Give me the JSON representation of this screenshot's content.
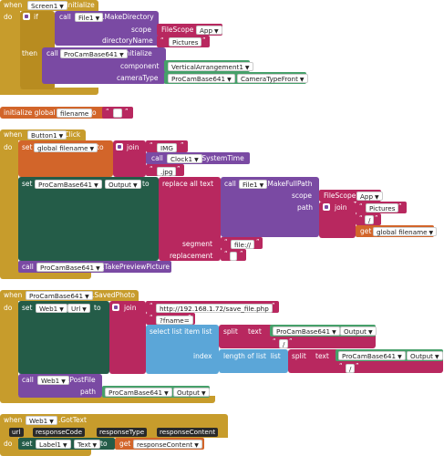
{
  "screen_init": {
    "when": "when",
    "component": "Screen1",
    "event": ".Initialize",
    "do": "do",
    "if": "if",
    "then": "then",
    "call_makedir": "call",
    "file1": "File1",
    "make_directory": ".MakeDirectory",
    "scope_label": "scope",
    "filescope": "FileScope",
    "app": "App",
    "directory_name_label": "directoryName",
    "pictures": "Pictures",
    "call_init": "call",
    "procam": "ProCamBase641",
    "initialize": ".Initialize",
    "component_label": "component",
    "vertical_arrangement": "VerticalArrangement1",
    "camera_type_label": "cameraType",
    "procam2": "ProCamBase641",
    "camera_type_front": "CameraTypeFront"
  },
  "global_init": {
    "initialize_global": "initialize global",
    "name": "filename",
    "to": "to",
    "value": ""
  },
  "button_click": {
    "when": "when",
    "component": "Button1",
    "event": ".Click",
    "do": "do",
    "set": "set",
    "global_filename": "global filename",
    "to": "to",
    "join": "join",
    "img": "IMG",
    "call_clock": "call",
    "clock1": "Clock1",
    "system_time": ".SystemTime",
    "jpg": ".jpg",
    "set2": "set",
    "procam": "ProCamBase641",
    "output": "Output",
    "to2": "to",
    "replace_all_text": "replace all text",
    "call_fullpath": "call",
    "file1": "File1",
    "make_full_path": ".MakeFullPath",
    "scope_label": "scope",
    "filescope": "FileScope",
    "app": "App",
    "path_label": "path",
    "join2": "join",
    "pictures": "Pictures",
    "slash": "/",
    "get": "get",
    "global_filename2": "global filename",
    "segment_label": "segment",
    "file_prefix": "file://",
    "replacement_label": "replacement",
    "replacement_value": "",
    "call_preview": "call",
    "procam2": "ProCamBase641",
    "take_preview": ".TakePreviewPicture"
  },
  "saved_photo": {
    "when": "when",
    "component": "ProCamBase641",
    "event": ".SavedPhoto",
    "do": "do",
    "set": "set",
    "web1": "Web1",
    "url": "Url",
    "to": "to",
    "join": "join",
    "url_value": "http://192.168.1.72/save_file.php",
    "fname": "?fname=",
    "select_list_item": "select list item",
    "list_label": "list",
    "split": "split",
    "text_label": "text",
    "procam": "ProCamBase641",
    "output": "Output",
    "at_label": "at",
    "slash": "/",
    "index_label": "index",
    "length_of_list": "length of list",
    "list_label2": "list",
    "split2": "split",
    "text_label2": "text",
    "procam2": "ProCamBase641",
    "output2": "Output",
    "at_label2": "at",
    "slash2": "/",
    "call_post": "call",
    "web1b": "Web1",
    "post_file": ".PostFile",
    "path_label": "path",
    "procam3": "ProCamBase641",
    "output3": "Output"
  },
  "got_text": {
    "when": "when",
    "component": "Web1",
    "event": ".GotText",
    "params": [
      "url",
      "responseCode",
      "responseType",
      "responseContent"
    ],
    "do": "do",
    "set": "set",
    "label1": "Label1",
    "text": "Text",
    "to": "to",
    "get": "get",
    "response_content": "responseContent"
  },
  "colors": {
    "event": "#c79c2c",
    "text": "#b8285f",
    "procedure": "#7a4aa3",
    "variable": "#d2652a",
    "component_setter": "#245c48",
    "list": "#5ba6d8",
    "component_getter": "#46a06a"
  }
}
